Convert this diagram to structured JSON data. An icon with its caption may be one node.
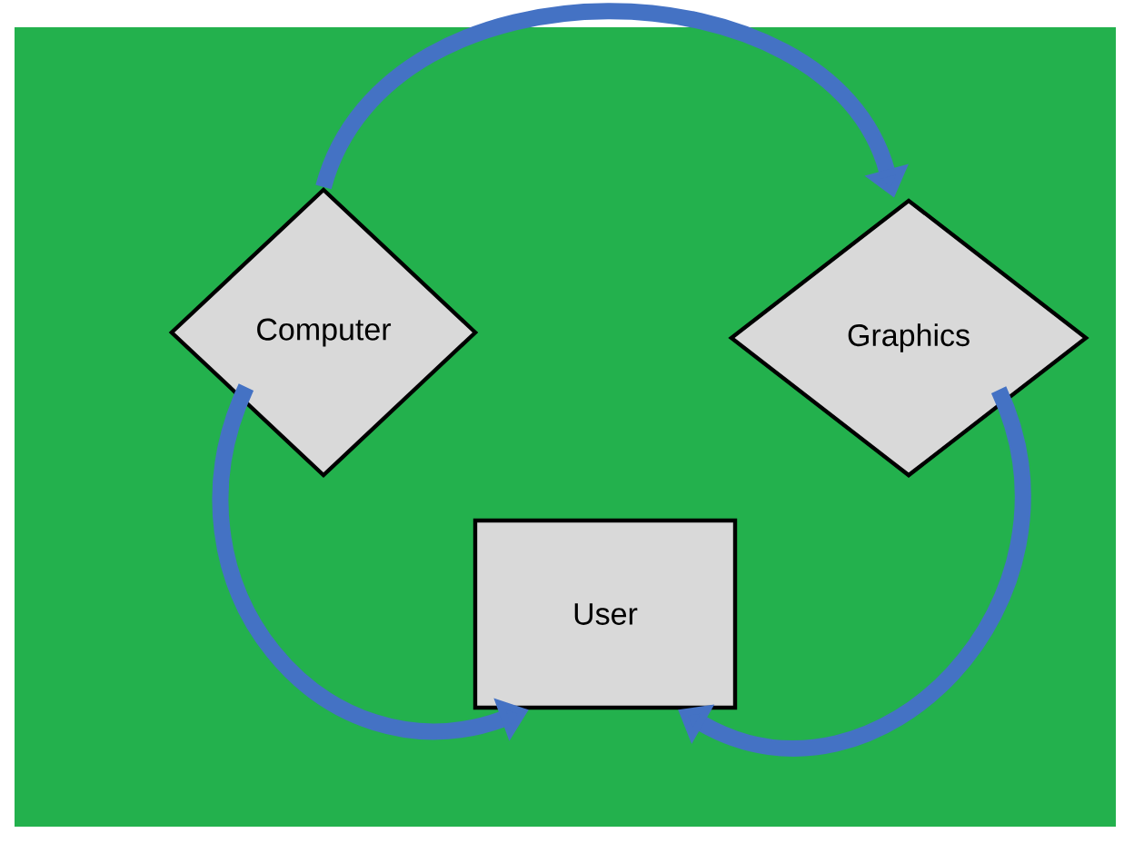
{
  "diagram": {
    "nodes": [
      {
        "text": [
          "Computer"
        ]
      },
      {
        "text": [
          "Graphics"
        ]
      },
      {
        "text": [
          "User"
        ]
      }
    ],
    "edges": [
      {
        "from": 0,
        "to": 1,
        "arrow": "to"
      },
      {
        "from": 0,
        "to": 2,
        "arrow": "to"
      },
      {
        "from": 1,
        "to": 2,
        "arrow": "to"
      }
    ]
  }
}
